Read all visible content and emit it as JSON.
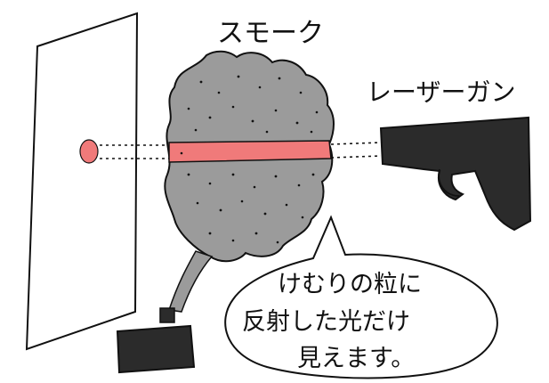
{
  "labels": {
    "smoke": "スモーク",
    "laser_gun": "レーザーガン"
  },
  "speech_bubble": {
    "line1": "けむりの粒に",
    "line2": "反射した光だけ",
    "line3": "見えます。"
  },
  "colors": {
    "smoke": "#9b9b9b",
    "laser": "#f07a7a",
    "gun": "#2b2b2b",
    "outline": "#111111"
  }
}
